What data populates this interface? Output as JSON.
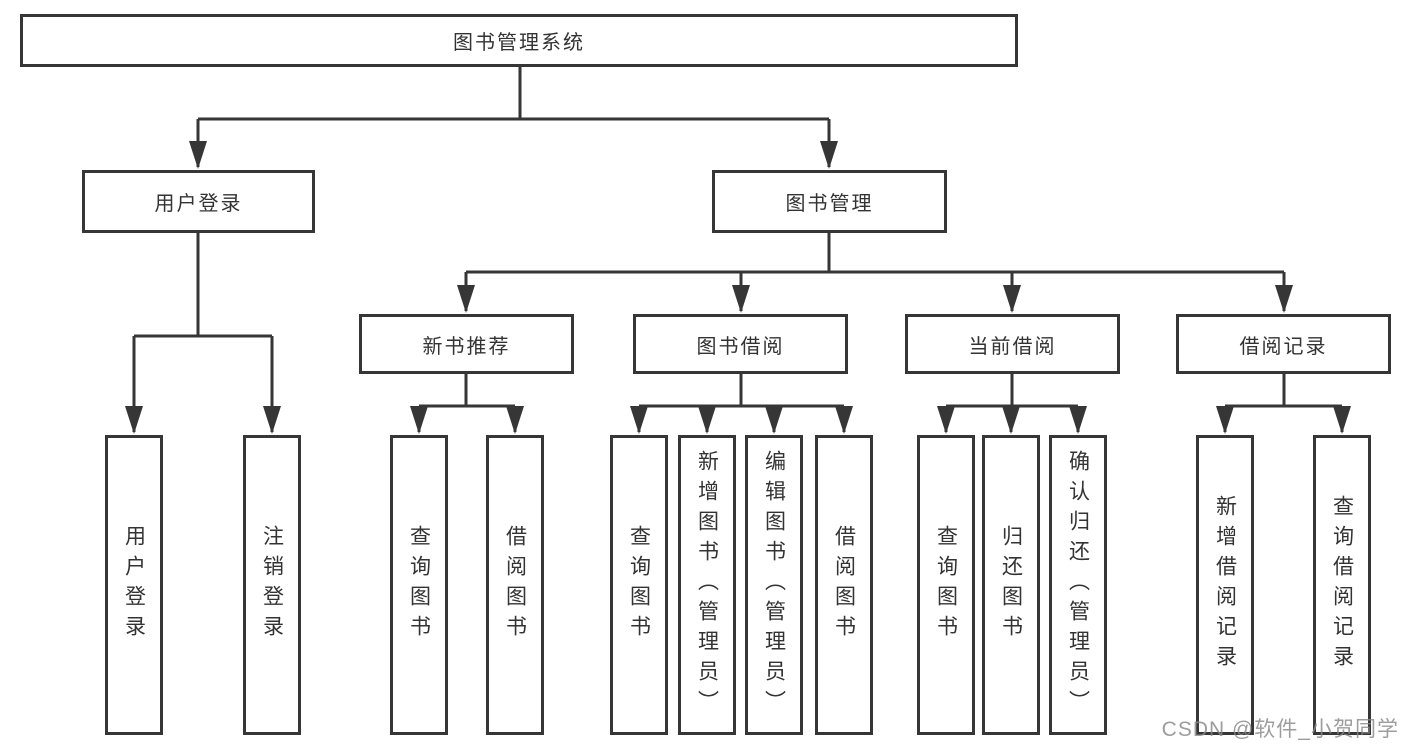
{
  "watermark": "CSDN @软件_小贺同学",
  "colors": {
    "line": "#363636",
    "box_border": "#363636",
    "box_fill": "#ffffff",
    "text": "#333333",
    "watermark": "#888888"
  },
  "tree": {
    "label": "图书管理系统",
    "children": [
      {
        "label": "用户登录",
        "children": [
          {
            "label": "用户登录"
          },
          {
            "label": "注销登录"
          }
        ]
      },
      {
        "label": "图书管理",
        "children": [
          {
            "label": "新书推荐",
            "children": [
              {
                "label": "查询图书"
              },
              {
                "label": "借阅图书"
              }
            ]
          },
          {
            "label": "图书借阅",
            "children": [
              {
                "label": "查询图书"
              },
              {
                "label": "新增图书（管理员）"
              },
              {
                "label": "编辑图书（管理员）"
              },
              {
                "label": "借阅图书"
              }
            ]
          },
          {
            "label": "当前借阅",
            "children": [
              {
                "label": "查询图书"
              },
              {
                "label": "归还图书"
              },
              {
                "label": "确认归还（管理员）"
              }
            ]
          },
          {
            "label": "借阅记录",
            "children": [
              {
                "label": "新增借阅记录"
              },
              {
                "label": "查询借阅记录"
              }
            ]
          }
        ]
      }
    ]
  }
}
